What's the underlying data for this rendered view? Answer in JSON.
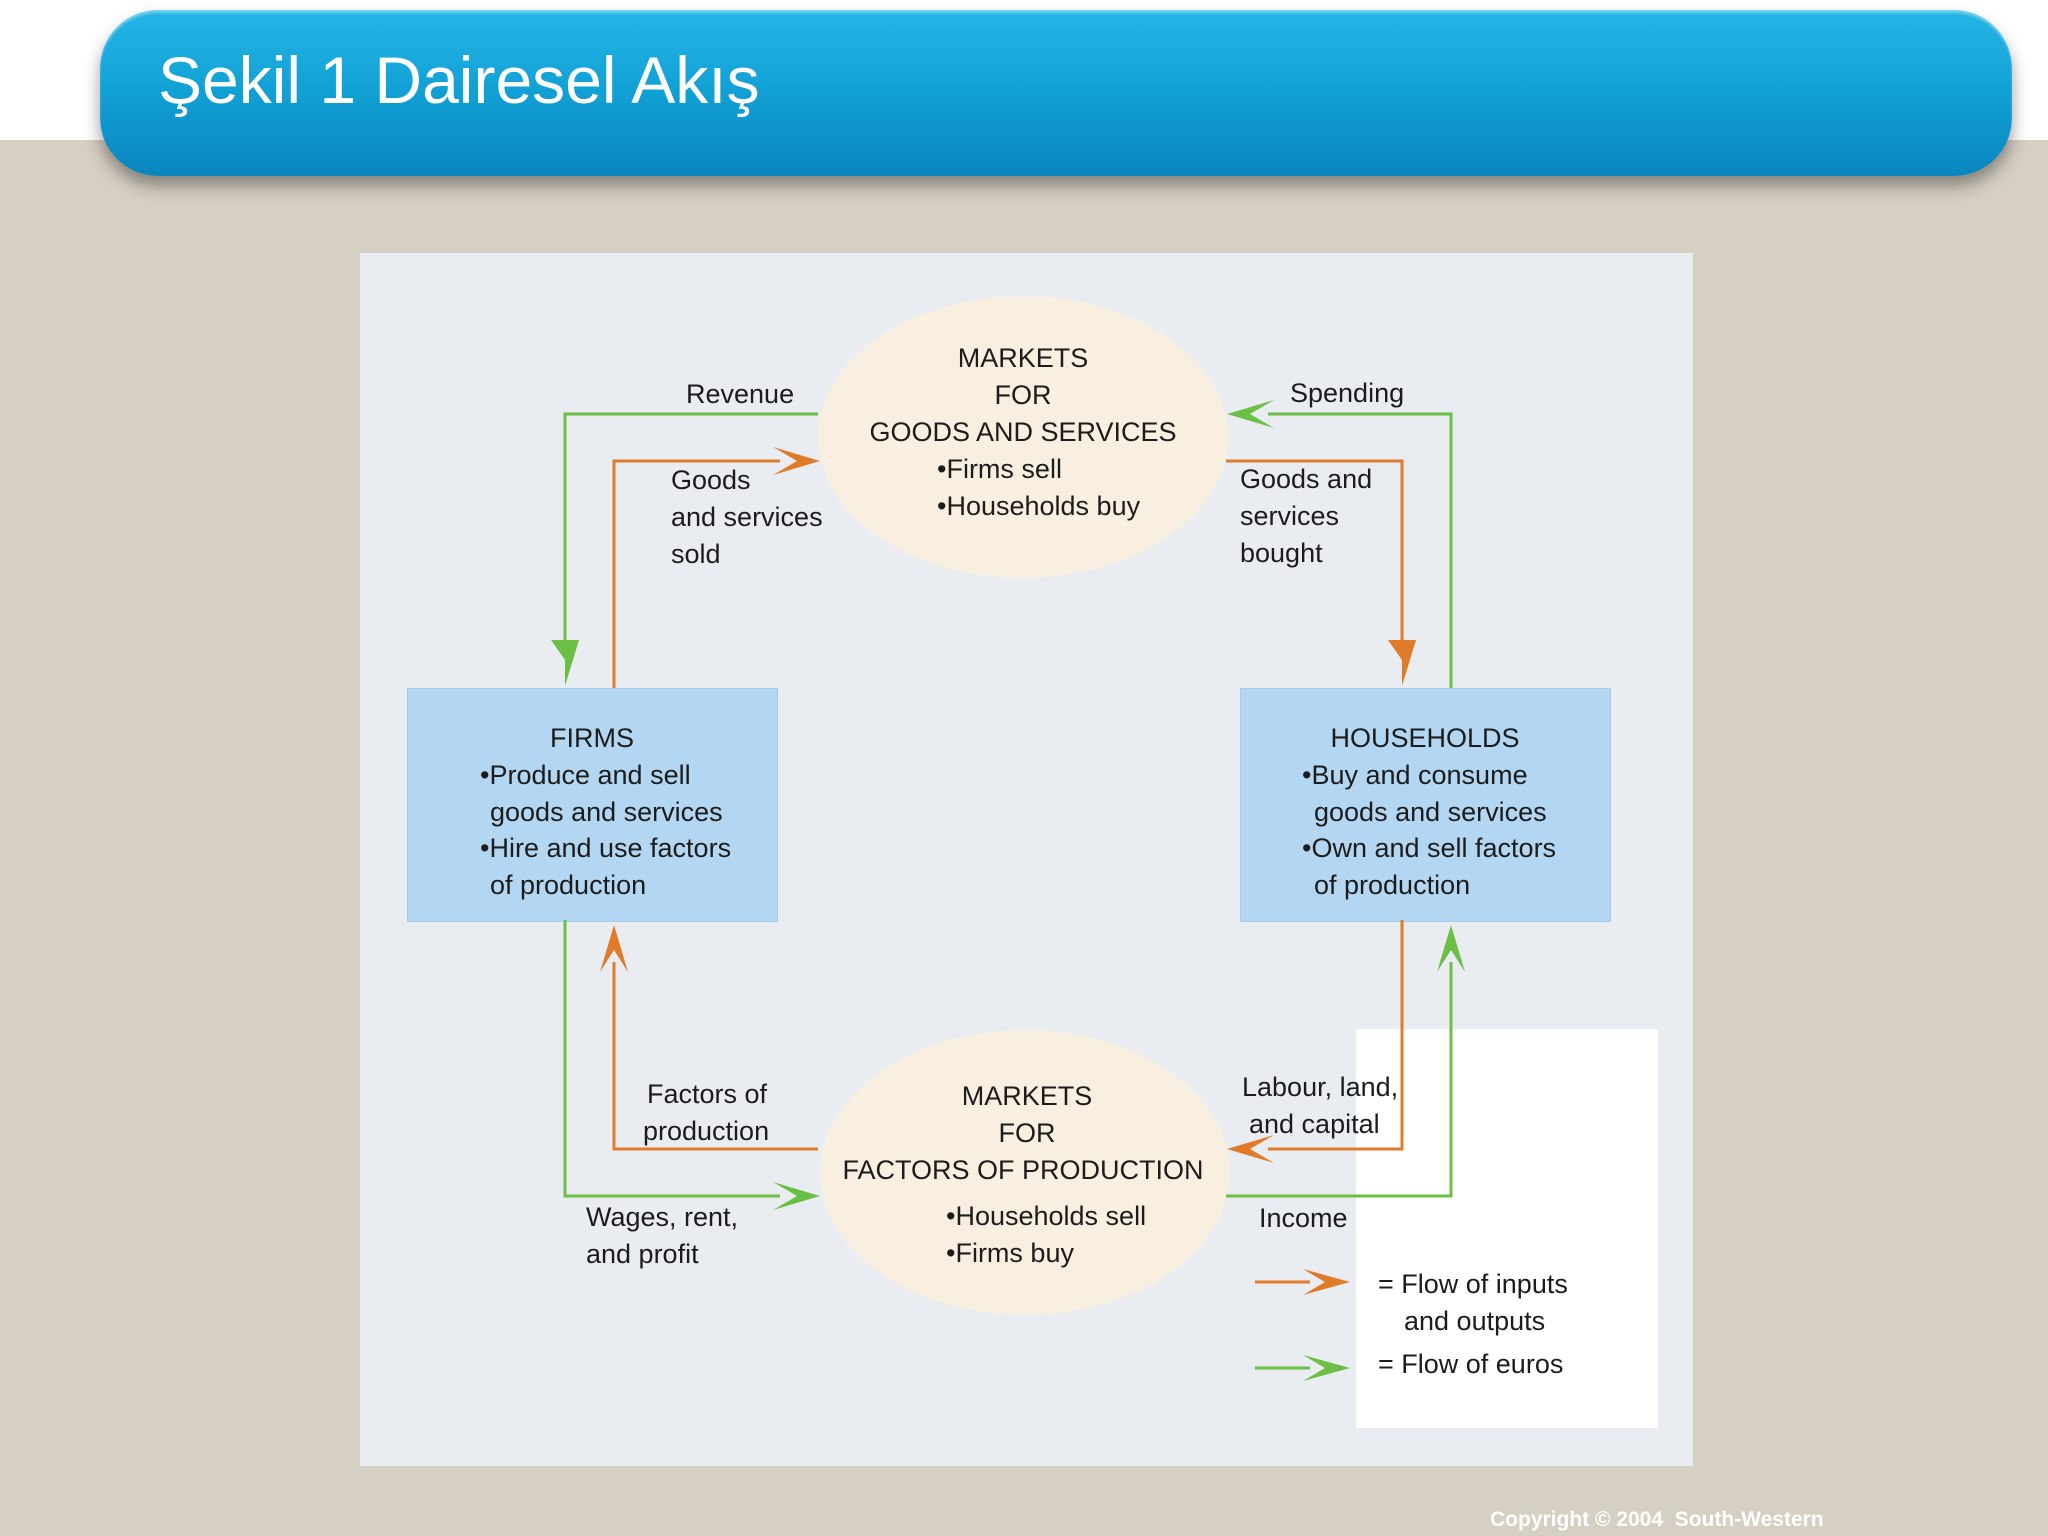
{
  "slide": {
    "title": "Şekil 1 Dairesel Akış",
    "copyright": "Copyright © 2004  South-Western"
  },
  "diagram": {
    "goods_market": {
      "line1": "MARKETS",
      "line2": "FOR",
      "line3": "GOODS AND SERVICES",
      "bullet1": "•Firms sell",
      "bullet2": "•Households buy"
    },
    "factor_market": {
      "line1": "MARKETS",
      "line2": "FOR",
      "line3": "FACTORS OF PRODUCTION",
      "bullet1": "•Households sell",
      "bullet2": "•Firms buy"
    },
    "firms": {
      "title": "FIRMS",
      "line1": "•Produce and sell",
      "line2": "goods and services",
      "line3": "•Hire and use factors",
      "line4": "of production"
    },
    "households": {
      "title": "HOUSEHOLDS",
      "line1": "•Buy and consume",
      "line2": "goods and services",
      "line3": "•Own and sell factors",
      "line4": "of production"
    },
    "flow_labels": {
      "revenue": "Revenue",
      "spending": "Spending",
      "goods_sold_1": "Goods",
      "goods_sold_2": "and services",
      "goods_sold_3": "sold",
      "goods_bought_1": "Goods and",
      "goods_bought_2": "services",
      "goods_bought_3": "bought",
      "factors_1": "Factors of",
      "factors_2": "production",
      "labour_1": "Labour, land,",
      "labour_2": "and capital",
      "wages_1": "Wages, rent,",
      "wages_2": "and profit",
      "income": "Income"
    },
    "legend": {
      "inputs_1": "= Flow of inputs",
      "inputs_2": "and outputs",
      "euros": "= Flow of euros"
    },
    "colors": {
      "goods_flow": "#e07b2a",
      "money_flow": "#6cbf45"
    }
  }
}
